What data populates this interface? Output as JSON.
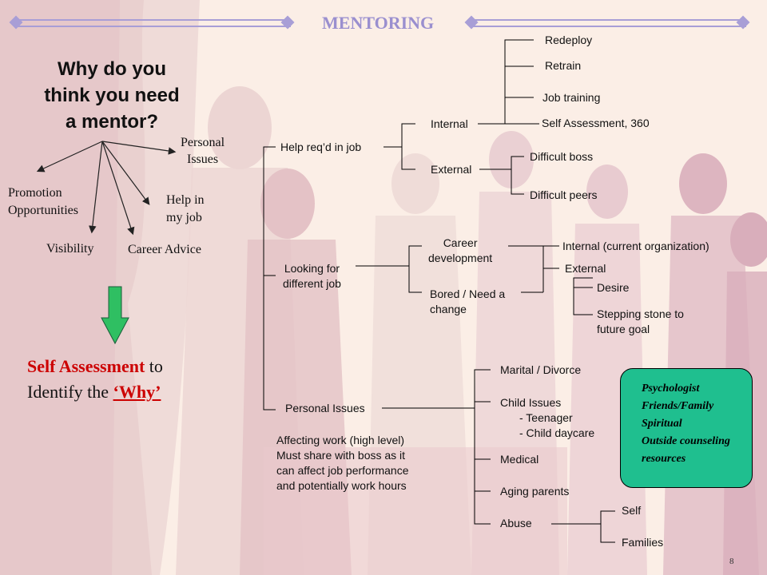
{
  "header": {
    "title": "MENTORING"
  },
  "question": {
    "line1": "Why do you",
    "line2": "think you need",
    "line3": "a mentor?"
  },
  "reasons": {
    "personal_line1": "Personal",
    "personal_line2": "Issues",
    "promotion_line1": "Promotion",
    "promotion_line2": "Opportunities",
    "help_line1": "Help in",
    "help_line2": "my job",
    "visibility": "Visibility",
    "career_advice": "Career Advice"
  },
  "self_assessment": {
    "red": "Self Assessment",
    "to": " to",
    "identify": "Identify the ",
    "why": "‘Why’"
  },
  "tree": {
    "help_reqd": "Help req’d in job",
    "internal": "Internal",
    "external": "External",
    "redeploy": "Redeploy",
    "retrain": "Retrain",
    "job_training": "Job training",
    "self_assess_360": "Self Assessment, 360",
    "difficult_boss": "Difficult boss",
    "difficult_peers": "Difficult peers",
    "looking_line1": "Looking for",
    "looking_line2": "different job",
    "career_dev_line1": "Career",
    "career_dev_line2": "development",
    "bored_line1": "Bored / Need a",
    "bored_line2": "change",
    "internal_org": "Internal (current organization)",
    "external2": "External",
    "desire": "Desire",
    "stepping_line1": "Stepping stone to",
    "stepping_line2": "future goal",
    "personal_issues": "Personal Issues",
    "affecting_line1": "Affecting work (high level)",
    "affecting_line2": "Must share with boss as it",
    "affecting_line3": "can affect job performance",
    "affecting_line4": "and potentially work hours",
    "marital": "Marital / Divorce",
    "child_issues": "Child Issues",
    "teenager": "- Teenager",
    "child_daycare": "- Child daycare",
    "medical": "Medical",
    "aging_parents": "Aging parents",
    "abuse": "Abuse",
    "self": "Self",
    "families": "Families"
  },
  "note": {
    "line1": "Psychologist",
    "line2": "Friends/Family",
    "line3": "Spiritual",
    "line4": "Outside counseling",
    "line5": "resources"
  },
  "page_number": "8",
  "colors": {
    "accent_purple": "#a89ed6",
    "title_purple": "#9a8fcf",
    "red": "#cc0000",
    "arrow_green": "#2fbf62",
    "note_green": "#1fbf8f"
  }
}
